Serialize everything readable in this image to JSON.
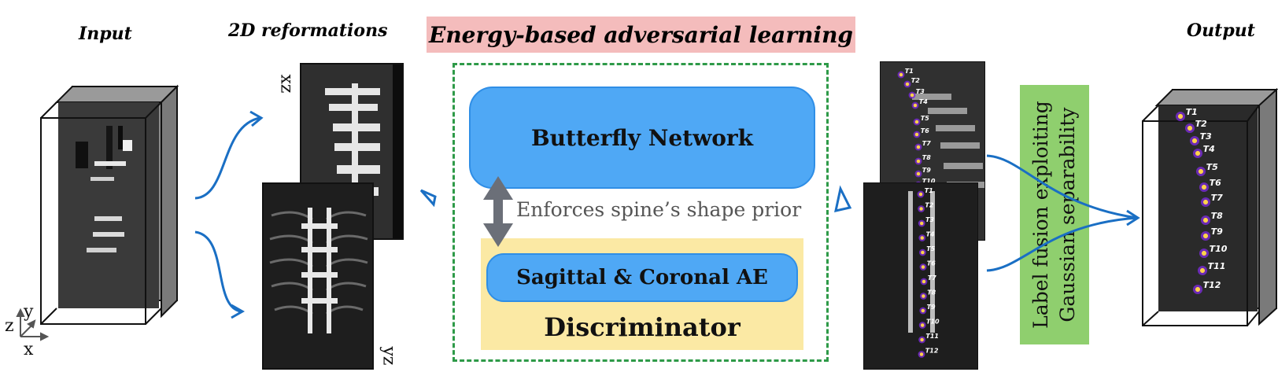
{
  "titles": {
    "input": "Input",
    "reformations": "2D reformations",
    "energy": "Energy-based adversarial learning",
    "output": "Output"
  },
  "network": {
    "butterfly": "Butterfly Network",
    "enforce": "Enforces spine’s shape prior",
    "ae": "Sagittal & Coronal AE",
    "discriminator": "Discriminator"
  },
  "fusion": {
    "line1": "Label fusion exploiting",
    "line2": "Gaussian separability"
  },
  "views": {
    "xz": "xz",
    "yz": "yz"
  },
  "axes": {
    "x": "x",
    "y": "y",
    "z": "z"
  },
  "vertebra_labels": [
    "T1",
    "T2",
    "T3",
    "T4",
    "T5",
    "T6",
    "T7",
    "T8",
    "T9",
    "T10",
    "T11",
    "T12"
  ],
  "colors": {
    "banner": "#f4bcbc",
    "blue_box": "#4fa8f5",
    "disc_panel": "#fbe9a4",
    "fusion_panel": "#8fcf6e",
    "dashed": "#2e9a48",
    "arrow": "#1a6fc4"
  }
}
